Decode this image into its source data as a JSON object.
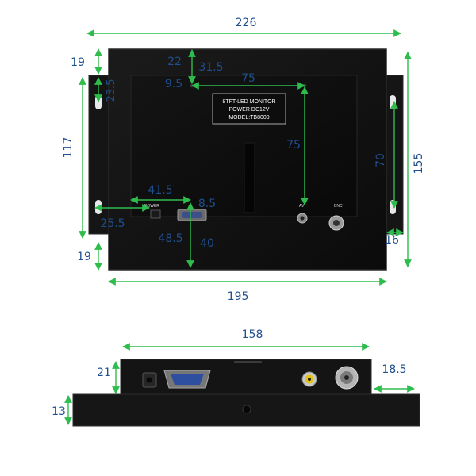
{
  "colors": {
    "dimension_green": "#2ebd4d",
    "dimension_text": "#1f4f8f",
    "panel_black": "#111111",
    "panel_edge": "#2a2a2a",
    "background": "#ffffff"
  },
  "back_view": {
    "label_lines": [
      "8TFT-LED MONITOR",
      "POWER DC12V",
      "MODEL:TB8009"
    ],
    "port_power": "POWER",
    "port_av": "AV",
    "port_bnc": "BNC",
    "dims": {
      "width_top": "226",
      "top_margin_left": "19",
      "hole_offset_left": "23.5",
      "inner_top_a": "22",
      "inner_top_b": "31.5",
      "inner_left": "9.5",
      "mount_width": "75",
      "mount_height": "75",
      "height_left": "117",
      "height_right": "155",
      "right_holes": "70",
      "port_offset_a": "41.5",
      "port_offset_b": "8.5",
      "left_bottom_hole": "25.5",
      "port_bottom_a": "48.5",
      "port_bottom_b": "40",
      "bottom_margin_left": "19",
      "right_bottom": "16",
      "width_bottom": "195"
    }
  },
  "bottom_view": {
    "dims": {
      "width": "158",
      "height_upper": "21",
      "right_offset": "18.5",
      "height_lower": "13"
    }
  }
}
